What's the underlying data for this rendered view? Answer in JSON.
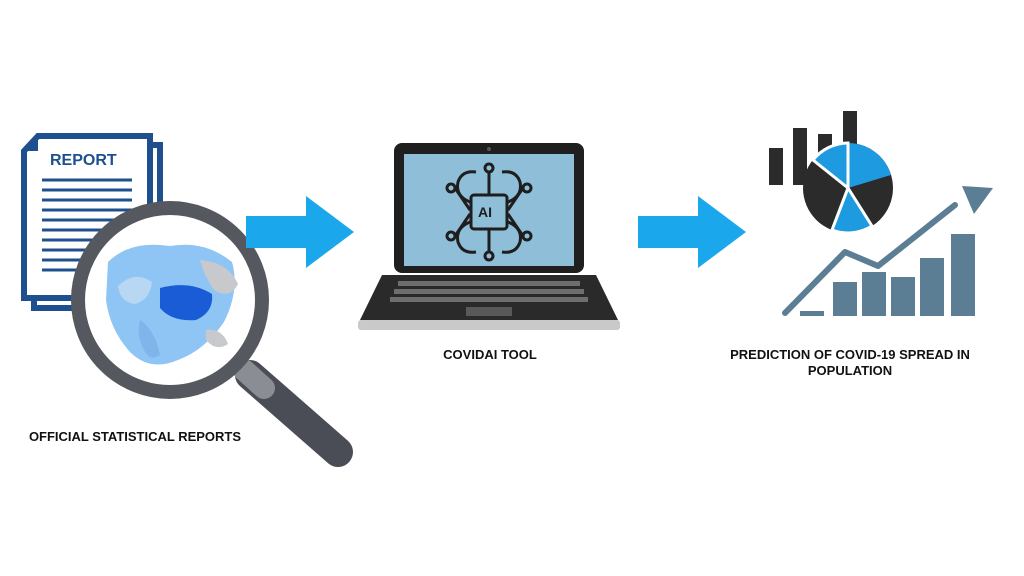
{
  "diagram": {
    "stages": [
      {
        "id": "reports",
        "label": "OFFICIAL STATISTICAL REPORTS",
        "document_text": "REPORT"
      },
      {
        "id": "tool",
        "label": "COVIDAI TOOL",
        "chip_text": "AI"
      },
      {
        "id": "prediction",
        "label_lines": [
          "PREDICTION OF COVID-19 SPREAD IN",
          "POPULATION"
        ]
      }
    ],
    "colors": {
      "arrow": "#1AA7EC",
      "document_outline": "#1E4F8E",
      "map_highlight": "#1A5BD6",
      "map_light": "#8EC5F5",
      "magnifier": "#55585F",
      "screen": "#8FBFD8",
      "chart_blue": "#1E9BE0",
      "chart_dark": "#2B2B2B",
      "trend": "#5B7E95"
    },
    "icons": [
      "report-document-icon",
      "magnifier-icon",
      "laptop-icon",
      "ai-brain-icon",
      "pie-chart-icon",
      "bar-chart-icon",
      "trend-arrow-icon"
    ]
  }
}
